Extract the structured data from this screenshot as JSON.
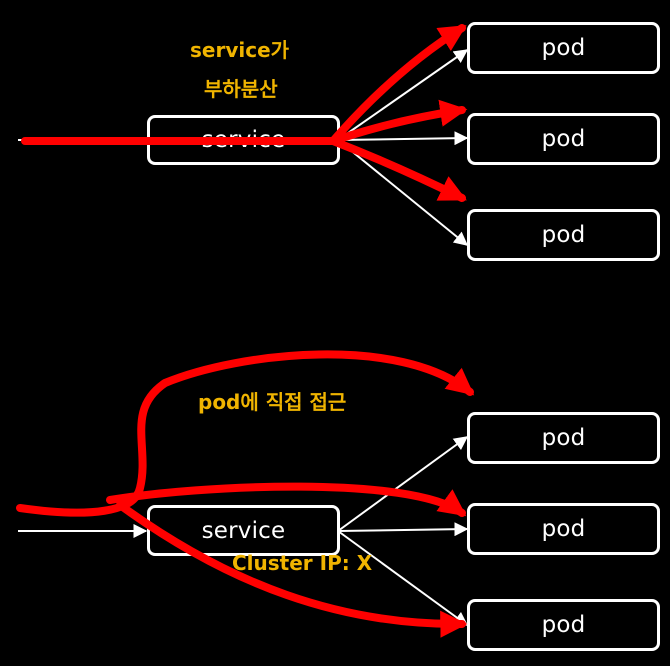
{
  "colors": {
    "background": "#000000",
    "box_border": "#ffffff",
    "annotation_text": "#f0b400",
    "highlight_arrow": "#ff0000"
  },
  "top_diagram": {
    "service_label": "service",
    "pods": [
      "pod",
      "pod",
      "pod"
    ],
    "annotation_line1": "service가",
    "annotation_line2": "부하분산"
  },
  "bottom_diagram": {
    "service_label": "service",
    "pods": [
      "pod",
      "pod",
      "pod"
    ],
    "annotation_direct": "pod에 직접 접근",
    "annotation_cluster_ip": "Cluster IP: X"
  }
}
